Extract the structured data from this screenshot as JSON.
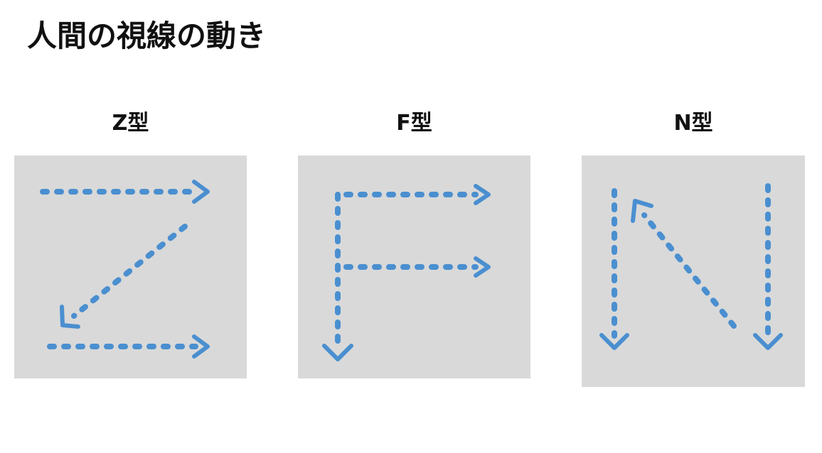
{
  "title": "人間の視線の動き",
  "arrow_color": "#4a8fd0",
  "panel_color": "#d9d9d9",
  "patterns": [
    {
      "label": "Z型",
      "icon": "z-pattern-eye-path-icon"
    },
    {
      "label": "F型",
      "icon": "f-pattern-eye-path-icon"
    },
    {
      "label": "N型",
      "icon": "n-pattern-eye-path-icon"
    }
  ]
}
